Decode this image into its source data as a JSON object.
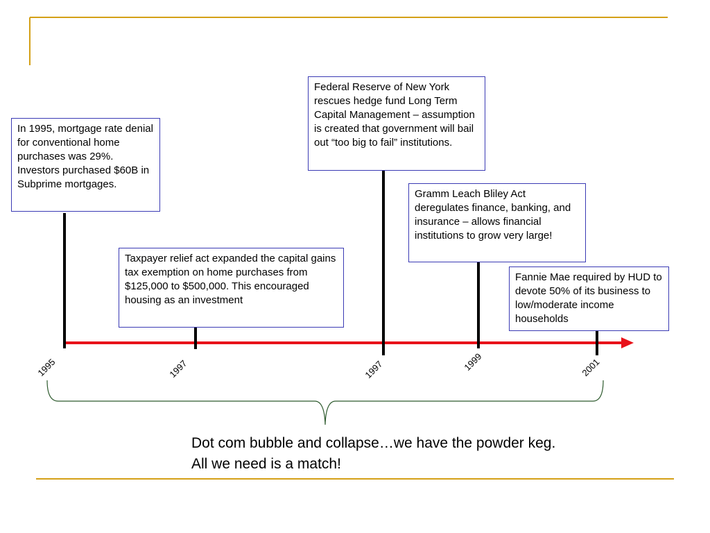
{
  "slide": {
    "accent_color": "#d4a017",
    "timeline_color": "#e8121a",
    "box_border_color": "#3a3ab4",
    "brace_color": "#2d5a2d"
  },
  "events": [
    {
      "text": "In 1995, mortgage rate denial for conventional home purchases was 29%. Investors purchased $60B in Subprime mortgages."
    },
    {
      "text": "Taxpayer relief act expanded the capital gains tax exemption on home purchases from $125,000 to $500,000. This encouraged housing as an investment"
    },
    {
      "text": "Federal Reserve of New York rescues hedge fund Long Term Capital Management – assumption is created that government will bail out “too big to fail” institutions."
    },
    {
      "text": "Gramm Leach Bliley Act deregulates finance, banking, and insurance – allows financial institutions to grow very large!"
    },
    {
      "text": "Fannie Mae required by HUD to devote 50% of its business to low/moderate income households"
    }
  ],
  "years": [
    "1995",
    "1997",
    "1997",
    "1999",
    "2001"
  ],
  "caption": {
    "line1": "Dot com bubble and collapse…we have the powder keg.",
    "line2": "All we need is a match!"
  }
}
